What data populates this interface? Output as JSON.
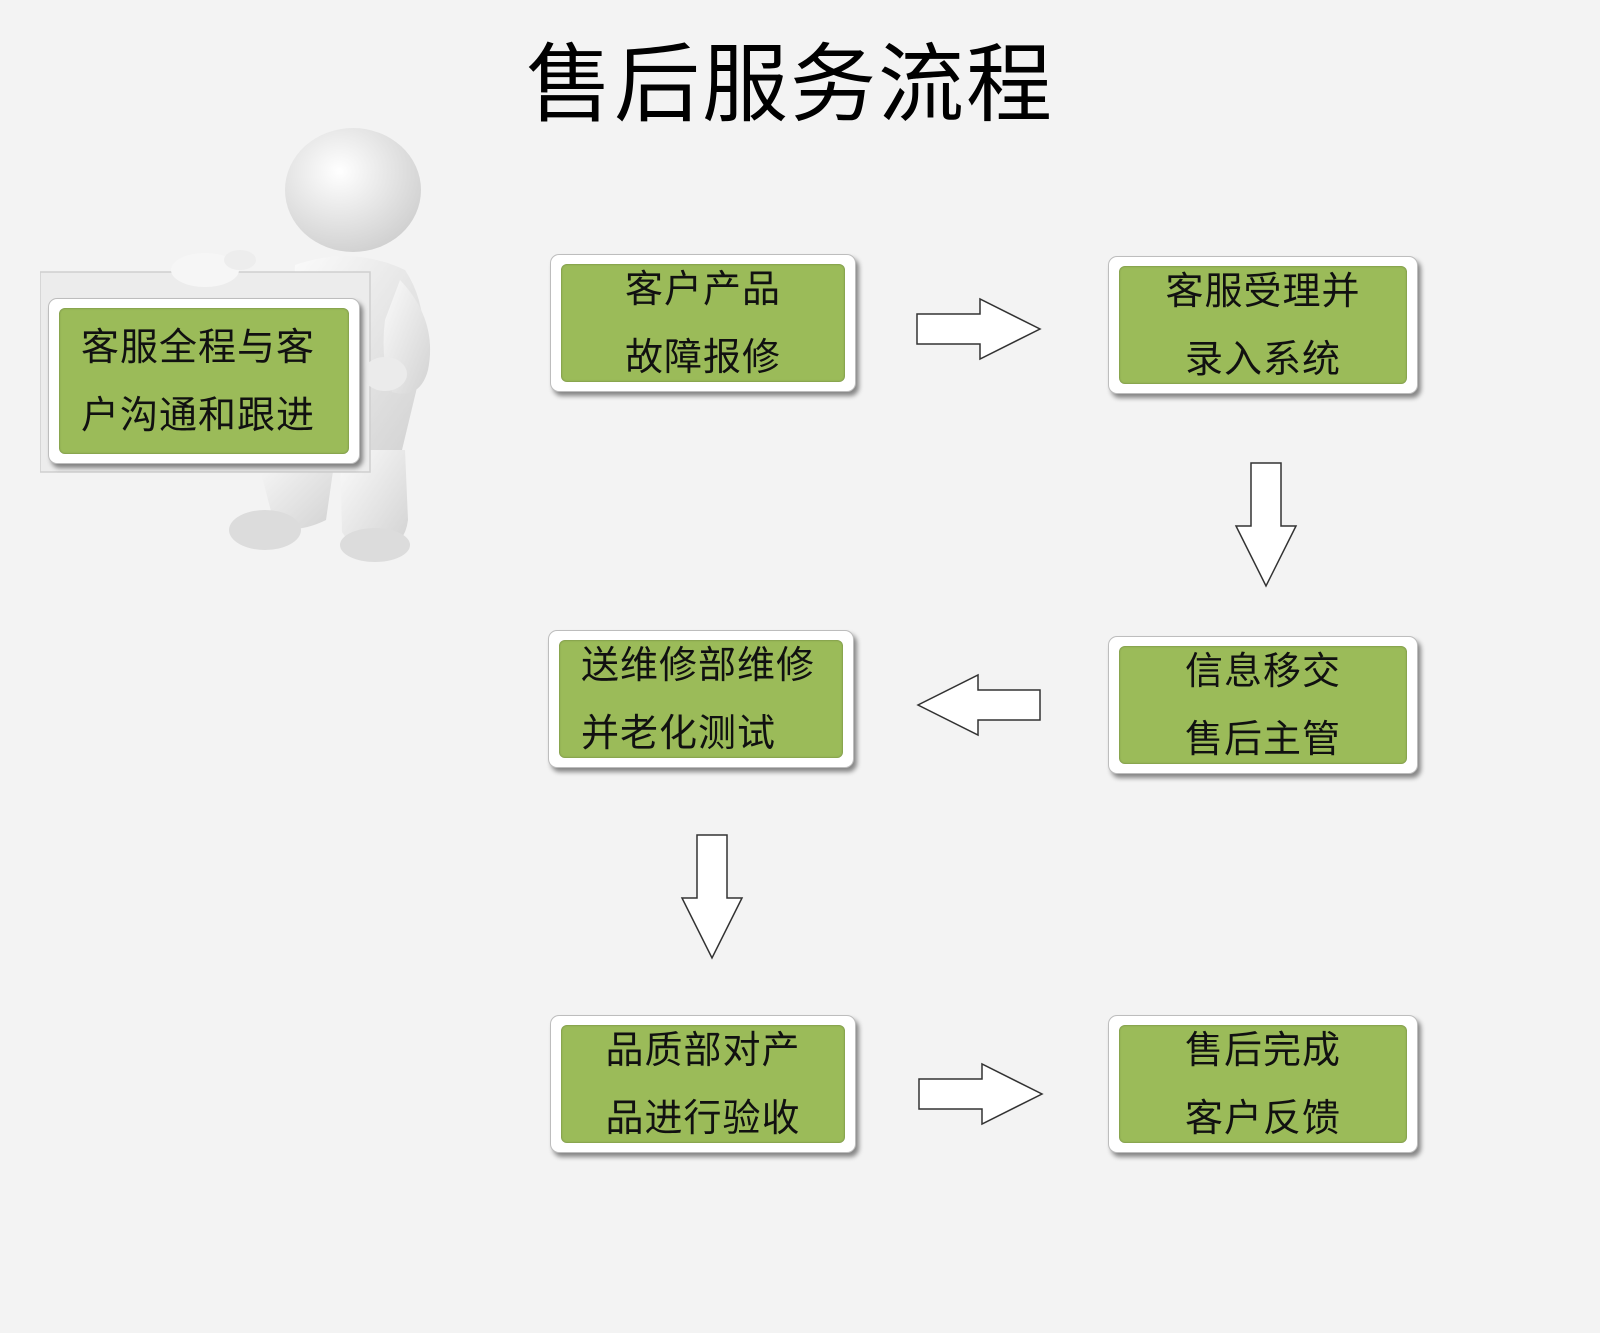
{
  "title": "售后服务流程",
  "side_note": {
    "lines": [
      "客服全程与客",
      "户沟通和跟进"
    ]
  },
  "steps": [
    {
      "id": "report",
      "lines": [
        "客户产品",
        "故障报修"
      ]
    },
    {
      "id": "accept",
      "lines": [
        "客服受理并",
        "录入系统"
      ]
    },
    {
      "id": "handover",
      "lines": [
        "信息移交",
        "售后主管"
      ]
    },
    {
      "id": "repair",
      "lines": [
        "送维修部维修",
        "并老化测试"
      ]
    },
    {
      "id": "inspect",
      "lines": [
        "品质部对产",
        "品进行验收"
      ]
    },
    {
      "id": "complete",
      "lines": [
        "售后完成",
        "客户反馈"
      ]
    }
  ],
  "colors": {
    "box_fill": "#9bbb59",
    "background": "#f3f3f3"
  }
}
